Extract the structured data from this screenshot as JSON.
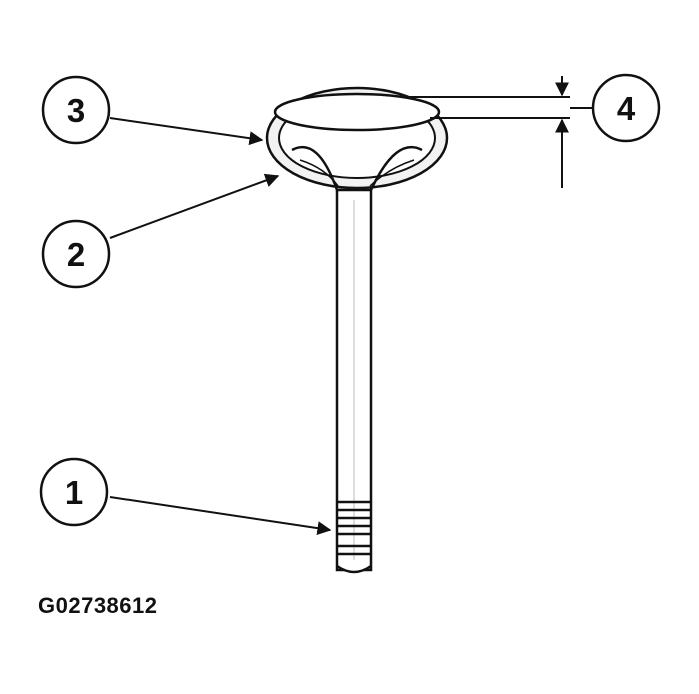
{
  "callouts": [
    {
      "id": "1",
      "label": "1"
    },
    {
      "id": "2",
      "label": "2"
    },
    {
      "id": "3",
      "label": "3"
    },
    {
      "id": "4",
      "label": "4"
    }
  ],
  "figure_code": "G02738612",
  "colors": {
    "ink": "#111111",
    "paper": "#ffffff",
    "shade": "#d8d8d8"
  }
}
